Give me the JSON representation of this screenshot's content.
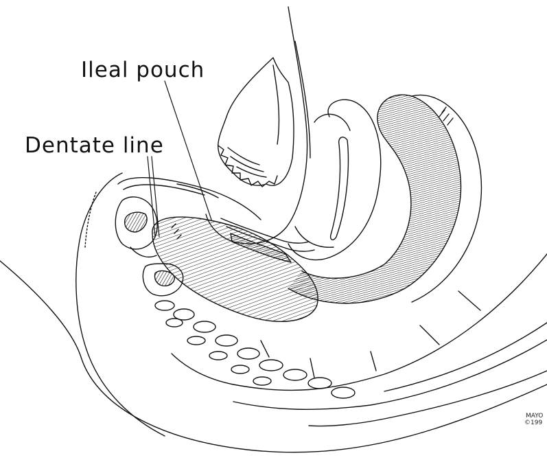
{
  "labels": {
    "ileal_pouch": "Ileal pouch",
    "dentate_line": "Dentate line"
  },
  "credit": {
    "line1": "MAYO",
    "line2": "©199"
  },
  "colors": {
    "ink": "#111111",
    "background": "#ffffff"
  }
}
